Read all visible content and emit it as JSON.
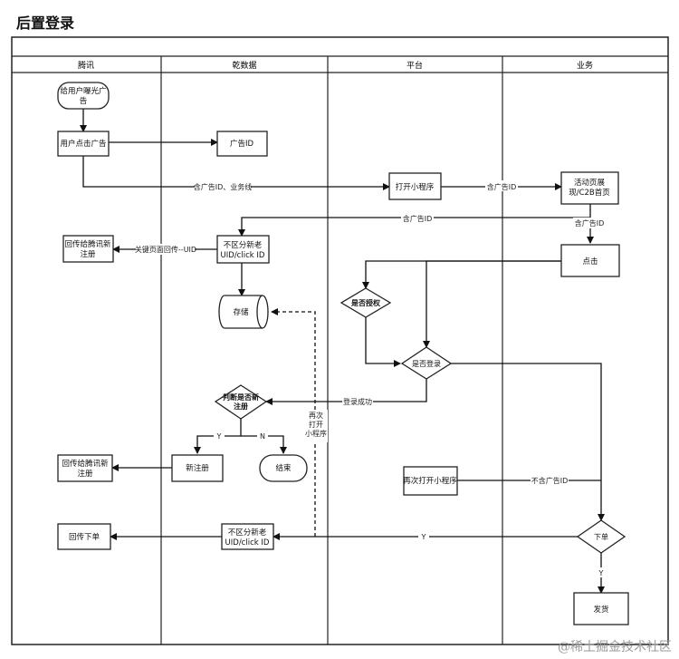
{
  "title": "后置登录",
  "lanes": [
    "腾讯",
    "乾数据",
    "平台",
    "业务"
  ],
  "nodes": {
    "expose": "给用户曝光广\n告",
    "click_ad": "用户点击广告",
    "ad_id": "广告ID",
    "open_mini": "打开小程序",
    "activity_page": "活动页展\n现/C2B首页",
    "callback_register_top": "回传给腾讯新\n注册",
    "distinguish_top": "不区分新老\nUID/click ID",
    "click": "点击",
    "auth_check": "是否授权",
    "store": "存储",
    "login_check": "是否登录",
    "new_user_check": "判断是否新\n注册",
    "callback_register_mid": "回传给腾讯新\n注册",
    "new_register": "新注册",
    "end": "结束",
    "reopen_mini": "再次打开小程序",
    "callback_order": "回传下单",
    "distinguish_bottom": "不区分新老\nUID/click ID",
    "order": "下单",
    "ship": "发货"
  },
  "edge_labels": {
    "with_ad_biz": "含广告ID、业务线",
    "with_ad_1": "含广告ID",
    "with_ad_2": "含广告ID",
    "with_ad_3": "含广告ID",
    "key_page_callback": "关键页面回传--UID",
    "login_success": "登录成功",
    "yes_1": "Y",
    "no_1": "N",
    "reopen_note": "再次\n打开\n小程序",
    "without_ad": "不含广告ID",
    "yes_2": "Y",
    "yes_3": "Y"
  },
  "watermark": "@稀土掘金技术社区"
}
